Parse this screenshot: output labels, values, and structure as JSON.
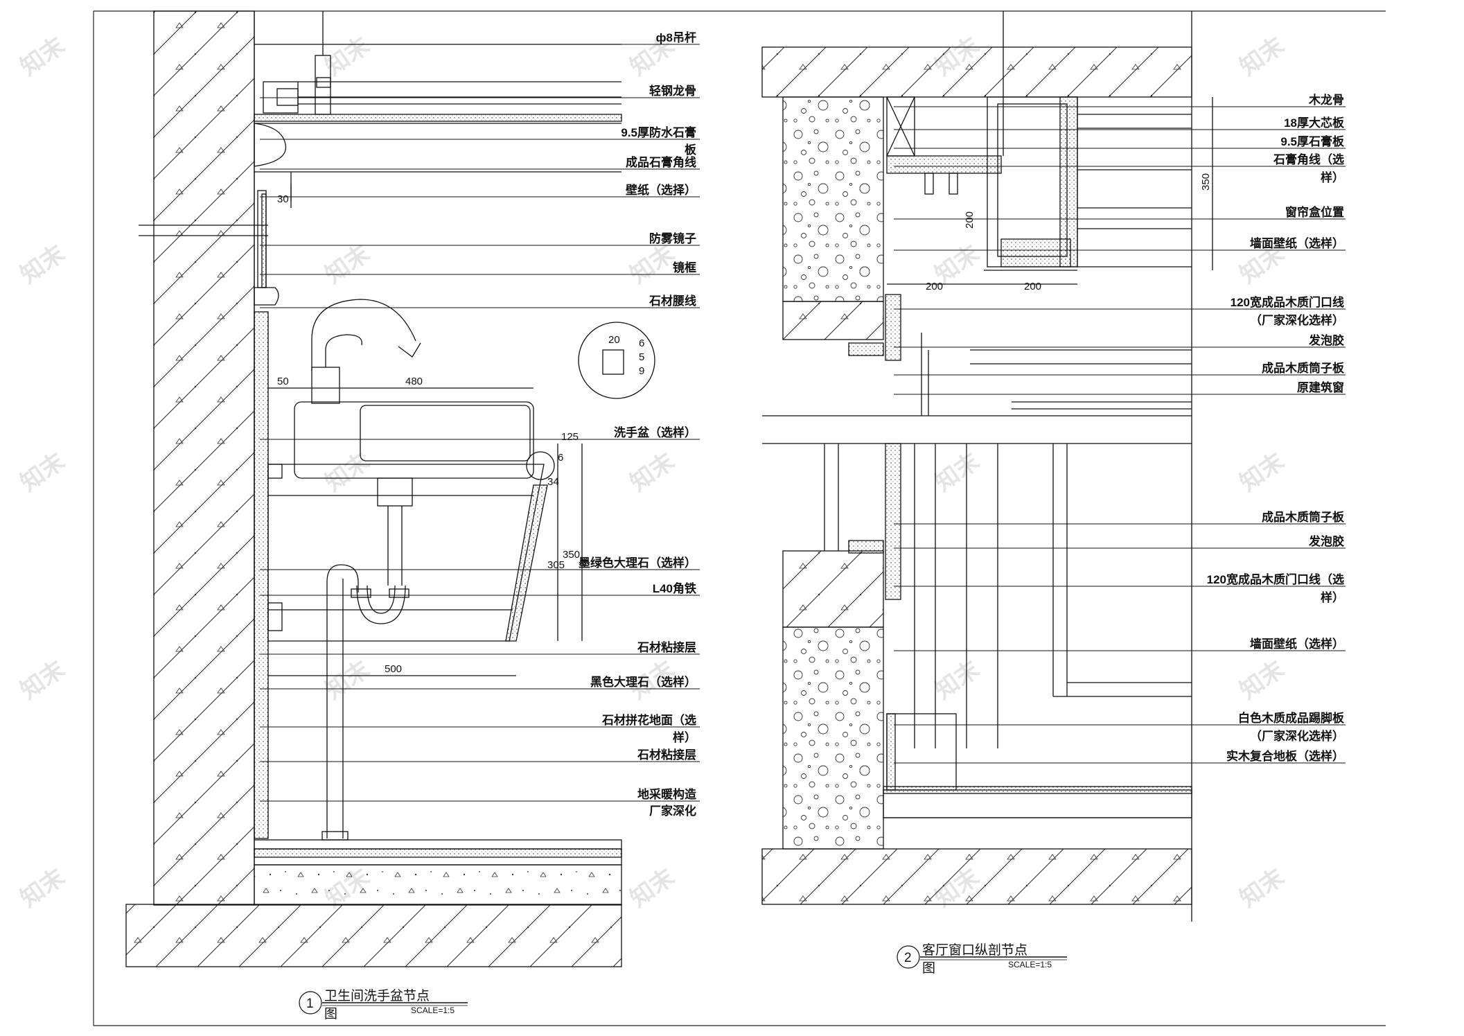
{
  "watermark": "知末",
  "drawing1": {
    "number": "1",
    "title": "卫生间洗手盆节点",
    "title_suffix": "图",
    "scale": "SCALE=1:5",
    "labels": [
      "ф8吊杆",
      "轻钢龙骨",
      "9.5厚防水石膏",
      "板",
      "成品石膏角线",
      "壁纸（选择）",
      "防雾镜子",
      "镜框",
      "石材腰线",
      "洗手盆（选样）",
      "墨绿色大理石（选样）",
      "L40角铁",
      "石材粘接层",
      "黑色大理石（选样）",
      "石材拼花地面（选",
      "样）",
      "石材粘接层",
      "地采暖构造",
      "厂家深化"
    ],
    "dims": [
      "30",
      "50",
      "480",
      "20",
      "5",
      "6",
      "9",
      "125",
      "6",
      "34",
      "350",
      "305",
      "500"
    ]
  },
  "drawing2": {
    "number": "2",
    "title": "客厅窗口纵剖节点",
    "title_suffix": "图",
    "scale": "SCALE=1:5",
    "labels": [
      "木龙骨",
      "18厚大芯板",
      "9.5厚石膏板",
      "石膏角线（选",
      "样）",
      "窗帘盒位置",
      "墙面壁纸（选样）",
      "120宽成品木质门口线",
      "（厂家深化选样）",
      "发泡胶",
      "成品木质筒子板",
      "原建筑窗",
      "成品木质筒子板",
      "发泡胶",
      "120宽成品木质门口线（选",
      "样）",
      "墙面壁纸（选样）",
      "白色木质成品踢脚板",
      "（厂家深化选样）",
      "实木复合地板（选样）"
    ],
    "dims": [
      "350",
      "200",
      "200",
      "200"
    ]
  }
}
